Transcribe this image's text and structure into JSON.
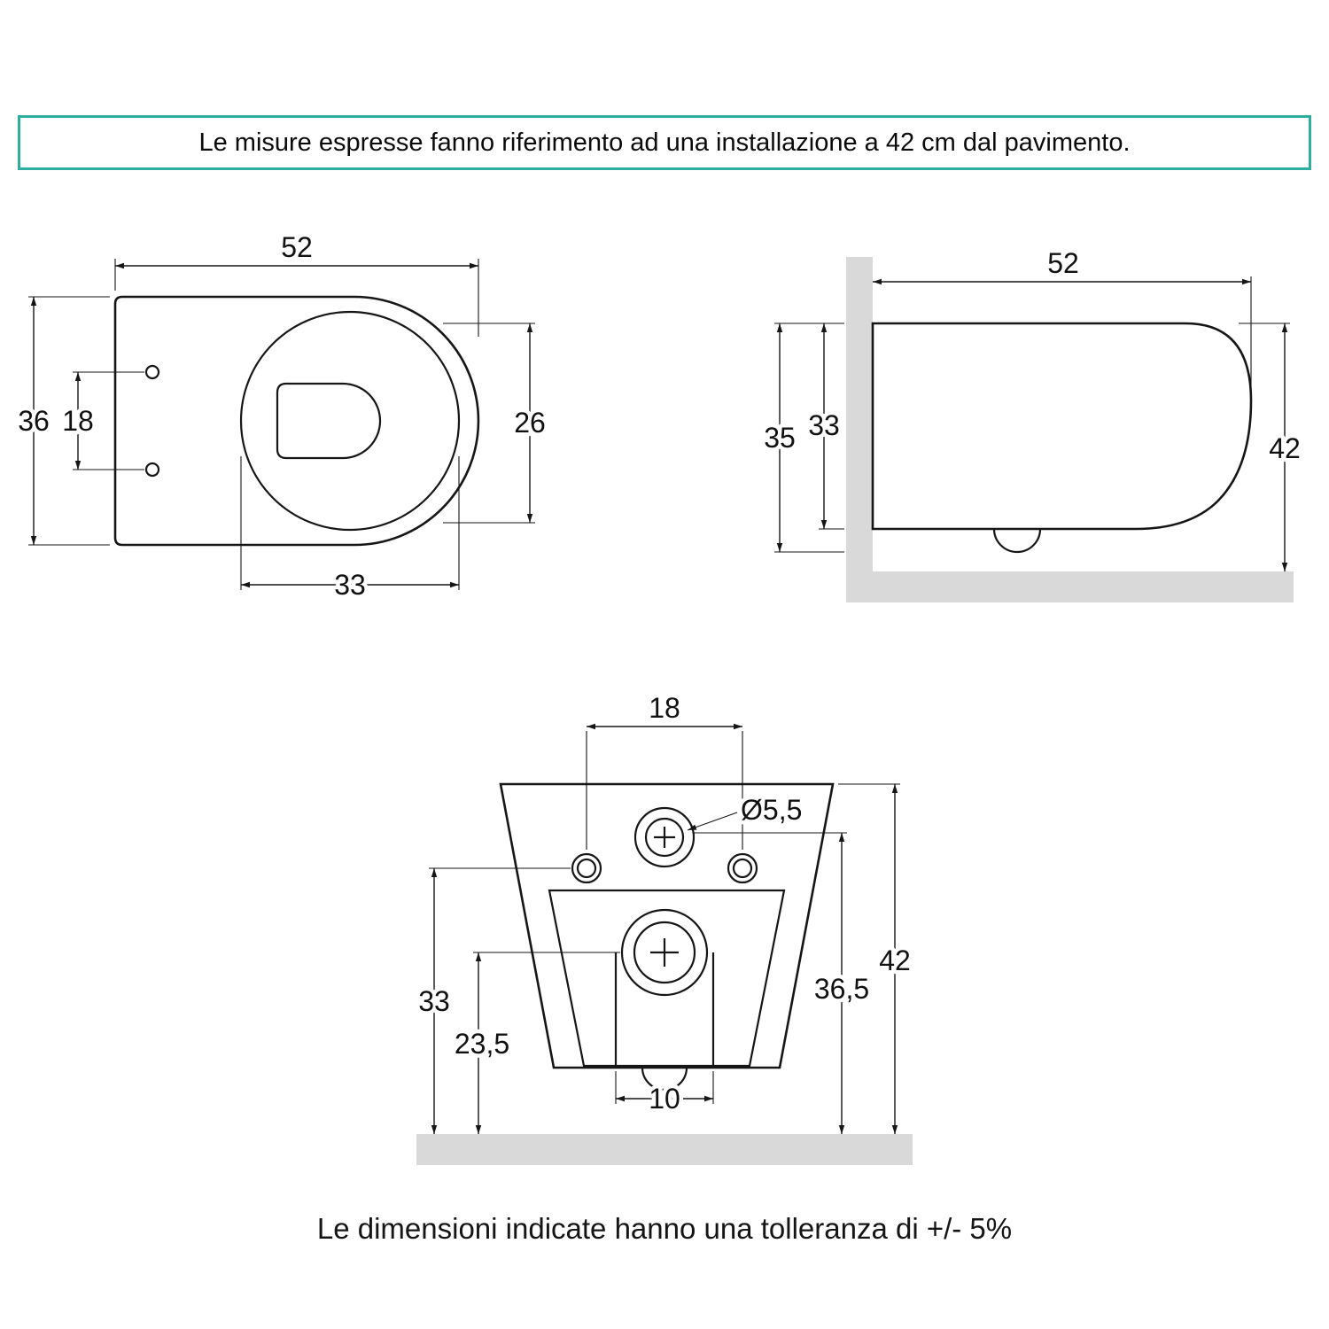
{
  "colors": {
    "accent_border": "#2eae9f",
    "line": "#161616",
    "surface_gray": "#d9d9d9"
  },
  "header": {
    "note": "Le misure espresse fanno riferimento ad una installazione a 42 cm dal pavimento."
  },
  "footer": {
    "note": "Le dimensioni indicate hanno una tolleranza di +/- 5%"
  },
  "views": {
    "top": {
      "dims": {
        "overall_width": "52",
        "overall_depth": "36",
        "fixing_hole_spacing": "18",
        "bowl_width": "26",
        "bowl_length": "33"
      }
    },
    "side": {
      "dims": {
        "overall_depth": "52",
        "body_height": "35",
        "inner_height": "33",
        "height_from_floor": "42"
      }
    },
    "back": {
      "dims": {
        "fixing_hole_spacing": "18",
        "fixing_hole_diameter": "Ø5,5",
        "fixing_hole_height": "33",
        "drain_height": "23,5",
        "drain_width": "10",
        "inlet_height": "36,5",
        "total_height": "42"
      }
    }
  }
}
